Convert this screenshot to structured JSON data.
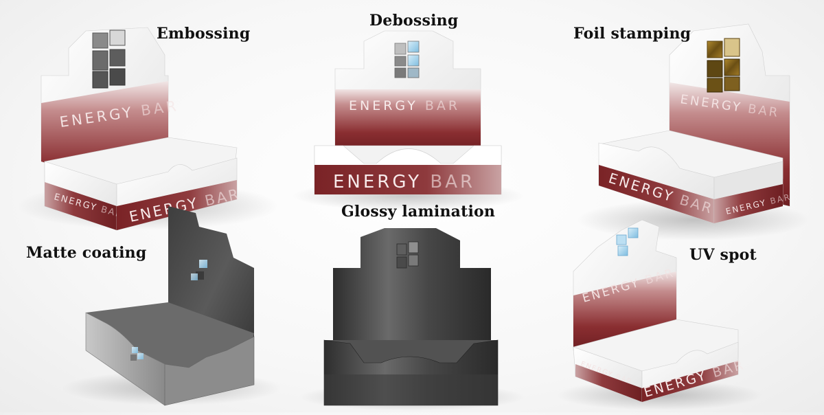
{
  "labels": {
    "embossing": "Embossing",
    "debossing": "Debossing",
    "foil_stamping": "Foil stamping",
    "glossy_lamination": "Glossy lamination",
    "matte_coating": "Matte coating",
    "uv_spot": "UV spot"
  },
  "box_text": {
    "energy": "ENERGY",
    "bar": "BAR"
  },
  "colors": {
    "maroon": "#7a2326",
    "maroon_light": "#b7676a",
    "dark_gray": "#4a4a4a",
    "logo_gray": "#6d6d6d",
    "logo_blue": "#9fd0ea",
    "foil_gold": "#8a6a1f"
  }
}
